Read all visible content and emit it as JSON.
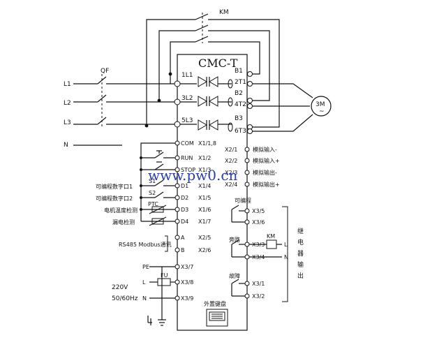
{
  "contactor_km": "KM",
  "breaker_qf": "QF",
  "controller_title": "CMC-T",
  "motor_label": "3M",
  "motor_symbol": "~",
  "supply_lines": [
    "L1",
    "L2",
    "L3",
    "N"
  ],
  "input_terminals": [
    "1L1",
    "3L2",
    "5L3"
  ],
  "bypass_terminals": [
    "B1",
    "B2",
    "B3"
  ],
  "output_terminals": [
    "2T1",
    "4T2",
    "6T3"
  ],
  "com_row": {
    "terminal": "COM",
    "pin": "X1/1,8"
  },
  "run_row": {
    "terminal": "RUN",
    "pin": "X1/2"
  },
  "stop_row": {
    "terminal": "STOP",
    "pin": "X1/3"
  },
  "digital_inputs": [
    {
      "side_label": "可编程数字口1",
      "switch": "S1",
      "terminal": "D1",
      "pin": "X1/4"
    },
    {
      "side_label": "可编程数字口2",
      "switch": "S2",
      "terminal": "D2",
      "pin": "X1/5"
    },
    {
      "side_label": "电机温度检测",
      "switch": "PTC",
      "terminal": "D3",
      "pin": "X1/6"
    },
    {
      "side_label": "漏电检测",
      "switch": "",
      "terminal": "D4",
      "pin": "X1/7"
    }
  ],
  "analog_io": [
    {
      "pin": "X2/1",
      "label": "模拟输入-"
    },
    {
      "pin": "X2/2",
      "label": "模拟输入+"
    },
    {
      "pin": "X2/3",
      "label": "模拟输出-"
    },
    {
      "pin": "X2/4",
      "label": "模拟输出+"
    }
  ],
  "rs485": {
    "label": "RS485 Modbus通讯",
    "a": "A",
    "b": "B",
    "pin_a": "X2/5",
    "pin_b": "X2/6"
  },
  "power_rows": [
    {
      "side": "PE",
      "pin": "X3/7"
    },
    {
      "side": "L",
      "pin": "X3/8",
      "fuse": "FU"
    },
    {
      "side": "N",
      "pin": "X3/9"
    }
  ],
  "power_spec": [
    "220V",
    "50/60Hz"
  ],
  "keyboard_label": "外置键盘",
  "relays": [
    {
      "name": "可编程",
      "pins": [
        "X3/5",
        "X3/6"
      ]
    },
    {
      "name": "旁路",
      "pins": [
        "X3/3",
        "X3/4"
      ],
      "coil": "KM",
      "coil_l": "L",
      "coil_n": "N"
    },
    {
      "name": "故障",
      "pins": [
        "X3/1",
        "X3/2"
      ]
    }
  ],
  "relay_output_label": [
    "继",
    "电",
    "器",
    "输",
    "出"
  ],
  "watermark": "www.pw0.cn"
}
